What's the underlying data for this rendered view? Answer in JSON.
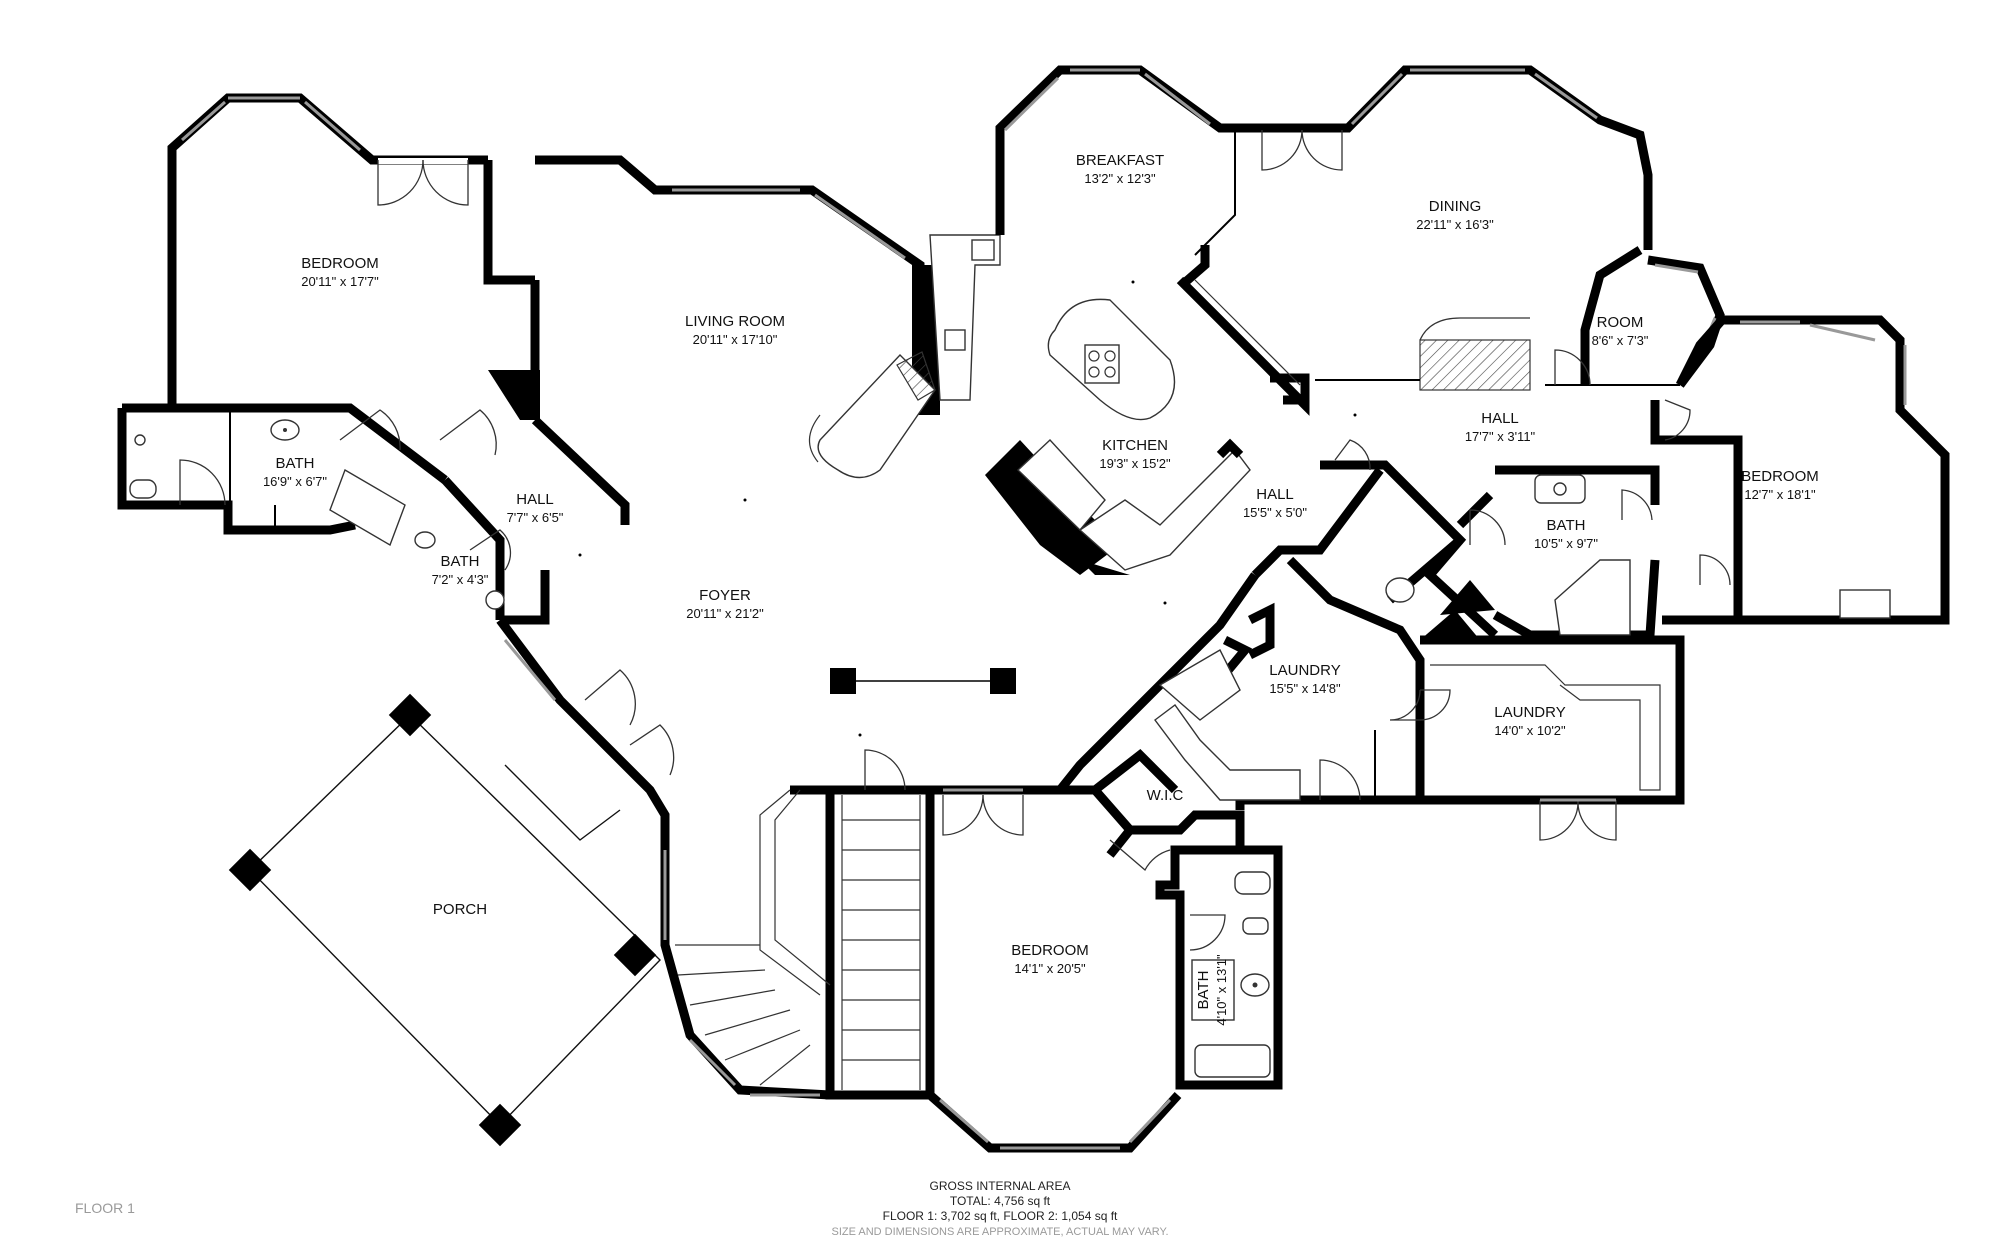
{
  "floor_label": "FLOOR 1",
  "rooms": {
    "bedroom_nw": {
      "name": "BEDROOM",
      "dims": "20'11\" x 17'7\""
    },
    "living_room": {
      "name": "LIVING ROOM",
      "dims": "20'11\" x 17'10\""
    },
    "breakfast": {
      "name": "BREAKFAST",
      "dims": "13'2\" x 12'3\""
    },
    "dining": {
      "name": "DINING",
      "dims": "22'11\" x 16'3\""
    },
    "room_small": {
      "name": "ROOM",
      "dims": "8'6\" x 7'3\""
    },
    "hall_ne": {
      "name": "HALL",
      "dims": "17'7\" x 3'11\""
    },
    "bedroom_e": {
      "name": "BEDROOM",
      "dims": "12'7\" x 18'1\""
    },
    "kitchen": {
      "name": "KITCHEN",
      "dims": "19'3\" x 15'2\""
    },
    "hall_center": {
      "name": "HALL",
      "dims": "15'5\" x 5'0\""
    },
    "bath_e": {
      "name": "BATH",
      "dims": "10'5\" x 9'7\""
    },
    "bath_w": {
      "name": "BATH",
      "dims": "16'9\" x 6'7\""
    },
    "hall_w": {
      "name": "HALL",
      "dims": "7'7\" x 6'5\""
    },
    "bath_small_w": {
      "name": "BATH",
      "dims": "7'2\" x 4'3\""
    },
    "foyer": {
      "name": "FOYER",
      "dims": "20'11\" x 21'2\""
    },
    "laundry_1": {
      "name": "LAUNDRY",
      "dims": "15'5\" x 14'8\""
    },
    "laundry_2": {
      "name": "LAUNDRY",
      "dims": "14'0\" x 10'2\""
    },
    "wic": {
      "name": "W.I.C",
      "dims": ""
    },
    "porch": {
      "name": "PORCH",
      "dims": ""
    },
    "bedroom_s": {
      "name": "BEDROOM",
      "dims": "14'1\" x 20'5\""
    },
    "bath_s": {
      "name": "BATH",
      "dims": "4'10\" x 13'1\""
    }
  },
  "area": {
    "title": "GROSS INTERNAL AREA",
    "total": "TOTAL: 4,756 sq ft",
    "floors": "FLOOR 1: 3,702 sq ft, FLOOR 2: 1,054 sq ft",
    "note": "SIZE AND DIMENSIONS ARE APPROXIMATE, ACTUAL MAY VARY."
  }
}
